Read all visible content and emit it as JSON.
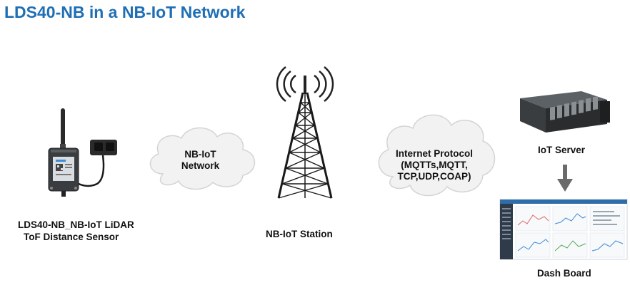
{
  "title": "LDS40-NB in a NB-IoT Network",
  "sensor": {
    "line1": "LDS40-NB_NB-IoT LiDAR",
    "line2": "ToF Distance Sensor"
  },
  "cloud_network": {
    "line1": "NB-IoT",
    "line2": "Network"
  },
  "station": {
    "label": "NB-IoT Station"
  },
  "cloud_internet": {
    "line1": "Internet Protocol",
    "line2": "(MQTTs,MQTT,",
    "line3": "TCP,UDP,COAP)"
  },
  "server": {
    "label": "IoT Server"
  },
  "dashboard": {
    "label": "Dash Board"
  },
  "colors": {
    "title": "#1f6fb5",
    "cloud_fill": "#f2f2f2",
    "cloud_stroke": "#d4d4d4",
    "arrow": "#6b6b6b"
  }
}
